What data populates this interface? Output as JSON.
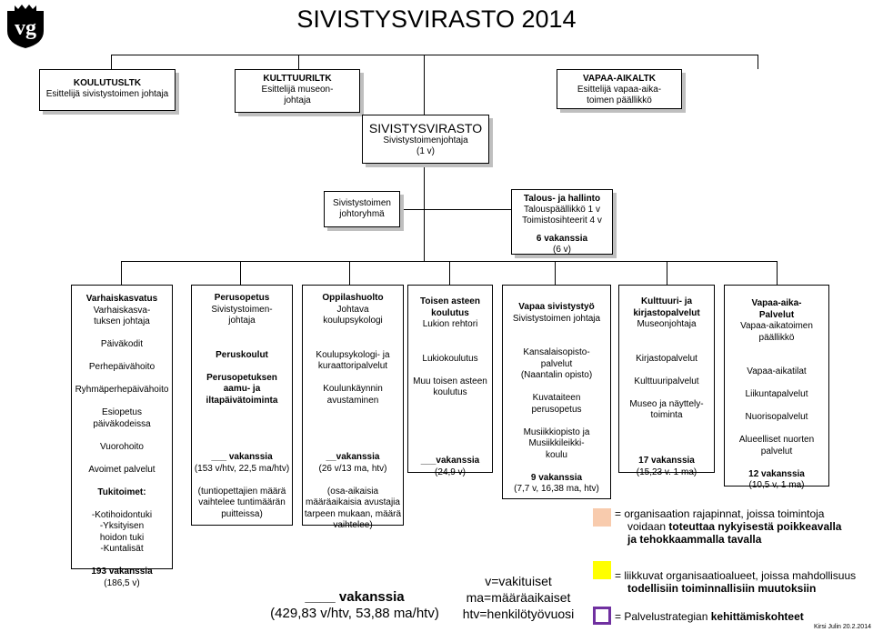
{
  "title": "SIVISTYSVIRASTO 2014",
  "logo": {
    "text": "vg",
    "icon": "crown-shield-logo"
  },
  "top_boxes": {
    "koulutus": [
      "KOULUTUSLTK",
      "Esittelijä sivistystoimen johtaja"
    ],
    "kulttuuri": [
      "KULTTUURILTK",
      "Esittelijä museon-",
      "johtaja"
    ],
    "vapaa": [
      "VAPAA-AIKALTK",
      "Esittelijä vapaa-aika-",
      "toimen päällikkö"
    ]
  },
  "sivistysvirasto": [
    "SIVISTYSVIRASTO",
    "Sivistystoimenjohtaja",
    "(1 v)"
  ],
  "johtoryhma": [
    "Sivistystoimen",
    "johtoryhmä"
  ],
  "talous": [
    "Talous- ja hallinto",
    "Talouspäällikkö 1 v",
    "Toimistosihteerit 4 v",
    "",
    "6 vakanssia",
    "(6 v)"
  ],
  "columns": [
    {
      "lines": [
        "Varhaiskasvatus",
        "Varhaiskasva-",
        "tuksen johtaja",
        "",
        "Päiväkodit",
        "",
        "Perhepäivähoito",
        "",
        "Ryhmäperhepäivähoito",
        "",
        "Esiopetus päiväkodeissa",
        "",
        "Vuorohoito",
        "",
        "Avoimet palvelut",
        "",
        "Tukitoimet:",
        "",
        "-Kotihoidontuki",
        "-Yksityisen",
        "hoidon tuki",
        "-Kuntalisät",
        "",
        "193 vakanssia",
        "(186,5 v)"
      ],
      "bold": [
        0,
        16,
        23
      ]
    },
    {
      "lines": [
        "Perusopetus",
        "Sivistystoimen-",
        "johtaja",
        "",
        "",
        "Peruskoulut",
        "",
        "Perusopetuksen",
        "aamu- ja",
        "iltapäivätoiminta",
        "",
        "",
        "",
        "",
        "___ vakanssia",
        "(153 v/htv, 22,5 ma/htv)",
        "",
        "(tuntiopettajien määrä",
        "vaihtelee tuntimäärän",
        "puitteissa)"
      ],
      "bold": [
        0,
        5,
        7,
        8,
        9,
        14
      ]
    },
    {
      "lines": [
        "Oppilashuolto",
        "Johtava",
        "koulupsykologi",
        "",
        "",
        "Koulupsykologi- ja",
        "kuraattoripalvelut",
        "",
        "Koulunkäynnin",
        "avustaminen",
        "",
        "",
        "",
        "",
        "__vakanssia",
        "(26 v/13 ma, htv)",
        "",
        "(osa-aikaisia",
        "määräaikaisia avustajia",
        "tarpeen mukaan, määrä",
        "vaihtelee)"
      ],
      "bold": [
        0,
        14
      ]
    },
    {
      "lines": [
        "Toisen asteen",
        "koulutus",
        "Lukion rehtori",
        "",
        "",
        "Lukiokoulutus",
        "",
        "Muu toisen asteen",
        "koulutus",
        "",
        "",
        "",
        "",
        "",
        "___vakanssia",
        "(24,9 v)"
      ],
      "bold": [
        0,
        1,
        14
      ]
    },
    {
      "lines": [
        "Vapaa sivistystyö",
        "Sivistystoimen johtaja",
        "",
        "",
        "Kansalaisopisto-",
        "palvelut",
        "(Naantalin opisto)",
        "",
        "Kuvataiteen",
        "perusopetus",
        "",
        "Musiikkiopisto ja",
        "Musiikkileikki-",
        "koulu",
        "",
        "9 vakanssia",
        "(7,7 v, 16,38 ma, htv)"
      ],
      "bold": [
        0,
        15
      ]
    },
    {
      "lines": [
        "Kulttuuri- ja",
        "kirjastopalvelut",
        "Museonjohtaja",
        "",
        "",
        "Kirjastopalvelut",
        "",
        "Kulttuuripalvelut",
        "",
        "Museo ja näyttely-",
        "toiminta",
        "",
        "",
        "",
        "17 vakanssia",
        "(15,23 v. 1 ma)"
      ],
      "bold": [
        0,
        1,
        14
      ]
    },
    {
      "lines": [
        "Vapaa-aika-",
        "Palvelut",
        "Vapaa-aikatoimen",
        "päällikkö",
        "",
        "",
        "Vapaa-aikatilat",
        "",
        "Liikuntapalvelut",
        "",
        "Nuorisopalvelut",
        "",
        "Alueelliset nuorten",
        "palvelut",
        "",
        "12 vakanssia",
        "(10,5 v, 1 ma)"
      ],
      "bold": [
        0,
        1,
        15
      ]
    }
  ],
  "total": {
    "vakanssia": "____ vakanssia",
    "detail": "(429,83 v/htv, 53,88 ma/htv)"
  },
  "abbrev": [
    "v=vakituiset",
    "ma=määräaikaiset",
    "htv=henkilötyövuosi"
  ],
  "legend": [
    {
      "color": "#f8cbad",
      "swatch": "peach-swatch",
      "prefix": "= ",
      "text": "organisaation rajapinnat, joissa toimintoja",
      "line2_plain": "voidaan ",
      "line2_bold": "toteuttaa nykyisestä poikkeavalla",
      "line3_bold": "ja tehokkaammalla tavalla"
    },
    {
      "color": "#ffff00",
      "swatch": "yellow-swatch",
      "prefix": "= ",
      "text": "liikkuvat organisaatioalueet, joissa mahdollisuus",
      "line2_bold": "todellisiin toiminnallisiin muutoksiin"
    },
    {
      "color": "#7030a0",
      "swatch": "purple-outline-swatch",
      "prefix": "= ",
      "text_plain": "Palvelustrategian ",
      "text_bold": "kehittämiskohteet"
    }
  ],
  "signature": "Kirsi Julin 20.2.2014"
}
